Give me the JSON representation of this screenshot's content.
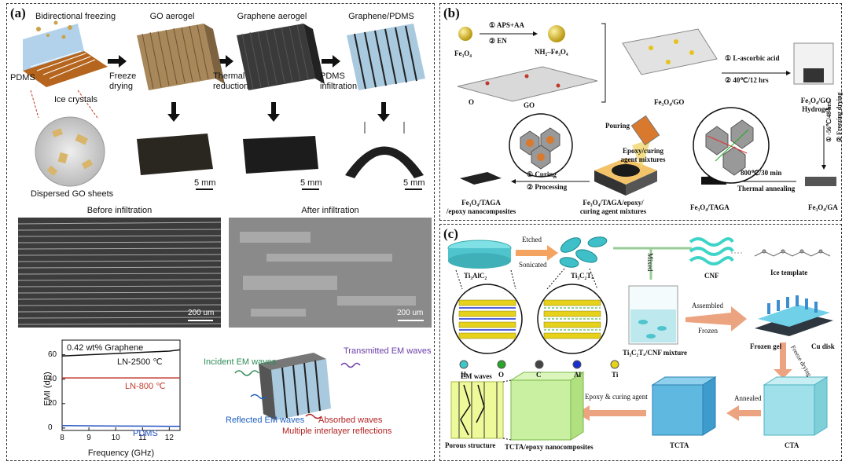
{
  "panel_a": {
    "label": "(a)",
    "step1": "Bidirectional freezing",
    "step2": "GO aerogel",
    "step3": "Graphene aerogel",
    "step4": "Graphene/PDMS",
    "pdms": "PDMS",
    "ice": "Ice crystals",
    "freeze": [
      "Freeze",
      "drying"
    ],
    "thermal": [
      "Thermal",
      "reduction"
    ],
    "infil": [
      "PDMS",
      "infiltration"
    ],
    "dispersed": "Dispersed GO sheets",
    "scale": "5 mm",
    "before": "Before infiltration",
    "after": "After infiltration",
    "sem_scale": "200 um",
    "incident": "Incident EM waves",
    "transmitted": "Transmitted EM waves",
    "reflected": "Reflected EM waves",
    "absorbed": "Absorbed waves",
    "multiple": "Multiple interlayer reflections",
    "chart": {
      "annotation": "0.42 wt% Graphene",
      "xlabel": "Frequency (GHz)",
      "ylabel": "EMI (dB)",
      "xticks": [
        "8",
        "9",
        "10",
        "11",
        "12"
      ],
      "yticks": [
        "0",
        "20",
        "40",
        "60"
      ]
    }
  },
  "chart_data": {
    "type": "line",
    "xlabel": "Frequency (GHz)",
    "ylabel": "EMI (dB)",
    "xlim": [
      8,
      12.4
    ],
    "ylim": [
      -2,
      72
    ],
    "grid": false,
    "series": [
      {
        "name": "LN-2500 ℃",
        "color": "#111111",
        "x": [
          8,
          9,
          10,
          11,
          12,
          12.4
        ],
        "values": [
          59,
          60,
          61,
          62,
          63,
          64
        ]
      },
      {
        "name": "LN-800 ℃",
        "color": "#c0392b",
        "x": [
          8,
          9,
          10,
          11,
          12,
          12.4
        ],
        "values": [
          41,
          41,
          41,
          41,
          41,
          41
        ]
      },
      {
        "name": "PDMS",
        "color": "#1f4fbf",
        "x": [
          8,
          9,
          10,
          11,
          12,
          12.4
        ],
        "values": [
          2,
          1.8,
          1.6,
          1.5,
          1.4,
          1.4
        ]
      }
    ]
  },
  "panel_b": {
    "label": "(b)",
    "fe3o4": "Fe₃O₄",
    "step1a": "① APS+AA",
    "step1b": "② EN",
    "nh2": "NH₂–Fe₃O₄",
    "o": "O",
    "go": "GO",
    "fe_go": "Fe₃O₄/GO",
    "la1": "① L-ascorbic acid",
    "la2": "② 40℃/12 hrs",
    "hydrogel": [
      "Fe₃O₄/GO",
      "Hydrogel"
    ],
    "fd1": "① -56℃/48 hrs",
    "fd2": "② Freezing drying",
    "ga": "Fe₃O₄/GA",
    "ta1": "800℃/30 min",
    "ta2": "Thermal annealing",
    "taga": "Fe₃O₄/TAGA",
    "pouring": "Pouring",
    "epoxy_mix": [
      "Epoxy/curing",
      "agent mixtures"
    ],
    "mix_label": [
      "Fe₃O₄/TAGA/epoxy/",
      "curing agent mixtures"
    ],
    "cure1": "① Curing",
    "cure2": "② Processing",
    "composite": [
      "Fe₃O₄/TAGA",
      "/epoxy nanocomposites"
    ]
  },
  "panel_c": {
    "label": "(c)",
    "ti3alc2": "Ti₃AlC₂",
    "etched": "Etched",
    "sonicated": "Sonicated",
    "ti3c2": "Ti₃C₂Tₓ",
    "mixed": "Mixed",
    "cnf": "CNF",
    "ice_template": "Ice template",
    "legend": [
      "H",
      "O",
      "C",
      "Al",
      "Ti"
    ],
    "legend_colors": [
      "#3ec9c9",
      "#2aa52a",
      "#444444",
      "#1a2fd0",
      "#e6d21a"
    ],
    "mixture": "Ti₃C₂Tₓ/CNF mixture",
    "assembled": "Assembled",
    "frozen": "Frozen",
    "frozen_gel": "Frozen gel",
    "cu_disk": "Cu disk",
    "freeze_drying": "Freeze drying",
    "cta": "CTA",
    "annealed": "Annealed",
    "tcta": "TCTA",
    "epoxy_agent": "Epoxy & curing agent",
    "em_waves": "EM waves",
    "porous": "Porous structure",
    "tcta_epoxy": "TCTA/epoxy nanocomposites"
  }
}
